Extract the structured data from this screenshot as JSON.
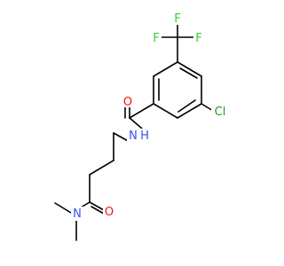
{
  "atoms": {
    "fluorine_1": "F",
    "fluorine_2": "F",
    "fluorine_3": "F",
    "carbonyl_oxygen_amide": "O",
    "amide_nitrogen": "N",
    "amide_hydrogen": "H",
    "chlorine": "Cl",
    "carbonyl_oxygen_terminal": "O",
    "dimethyl_nitrogen": "N"
  },
  "colors": {
    "bond": "#000000",
    "fluorine": "#33cc33",
    "oxygen": "#ff0d0d",
    "nitrogen": "#3050f8",
    "chlorine": "#1fa01f",
    "hydrogen": "#3050f8"
  }
}
